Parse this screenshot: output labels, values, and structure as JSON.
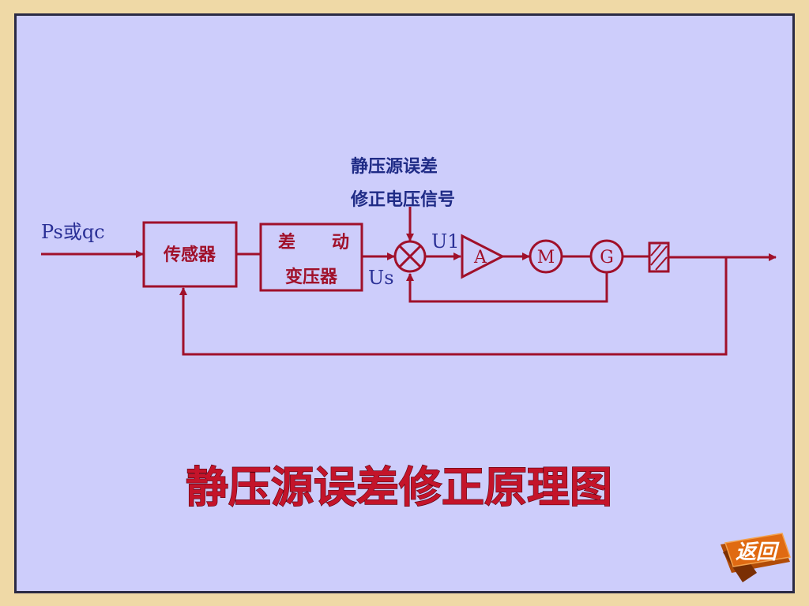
{
  "diagram": {
    "title": "静压源误差修正原理图",
    "input_label": "Ps或qc",
    "correction_label_line1": "静压源误差",
    "correction_label_line2": "修正电压信号",
    "sensor_box": "传感器",
    "transformer_line1a": "差",
    "transformer_line1b": "动",
    "transformer_line2": "变压器",
    "us_label": "Us",
    "u1_label": "U1",
    "amplifier_label": "A",
    "motor_label": "M",
    "generator_label": "G"
  },
  "nav": {
    "back_button": "返回"
  },
  "colors": {
    "line": "#a0102a",
    "slide_background": "#cdcdfb",
    "frame": "#efd9a6",
    "button": "#e06a12"
  }
}
